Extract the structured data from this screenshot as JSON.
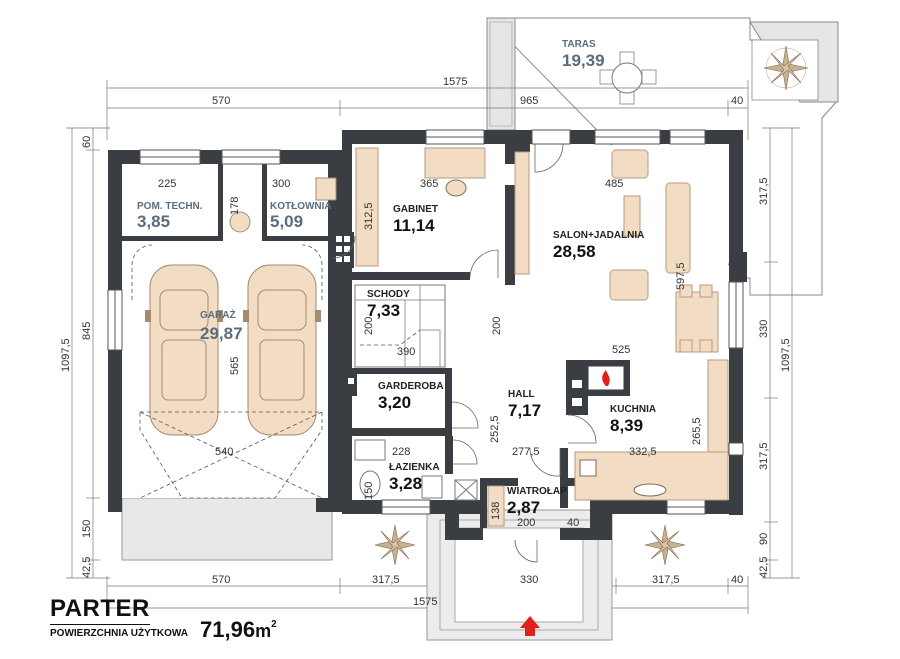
{
  "plan": {
    "title": "PARTER",
    "subtitle": "POWIERZCHNIA UŻYTKOWA",
    "total_area_value": "71,96",
    "total_area_unit": "m",
    "total_area_sup": "2"
  },
  "rooms": {
    "taras": {
      "name": "TARAS",
      "area": "19,39"
    },
    "pom_techn": {
      "name": "POM. TECHN.",
      "area": "3,85"
    },
    "kotlownia": {
      "name": "KOTŁOWNIA",
      "area": "5,09"
    },
    "gabinet": {
      "name": "GABINET",
      "area": "11,14"
    },
    "salon": {
      "name": "SALON+JADALNIA",
      "area": "28,58"
    },
    "garaz": {
      "name": "GARAŻ",
      "area": "29,87"
    },
    "schody": {
      "name": "SCHODY",
      "area": "7,33"
    },
    "garderoba": {
      "name": "GARDEROBA",
      "area": "3,20"
    },
    "hall": {
      "name": "HALL",
      "area": "7,17"
    },
    "kuchnia": {
      "name": "KUCHNIA",
      "area": "8,39"
    },
    "lazienka": {
      "name": "ŁAZIENKA",
      "area": "3,28"
    },
    "wiatrolap": {
      "name": "WIATROŁAP",
      "area": "2,87"
    }
  },
  "dimensions": {
    "top_total": "1575",
    "top_left": "570",
    "top_mid": "965",
    "top_right": "40",
    "bottom_total": "1575",
    "bottom_left": "570",
    "bottom_a": "317,5",
    "bottom_b": "330",
    "bottom_c": "317,5",
    "bottom_d": "40",
    "left_total": "1097,5",
    "left_a": "845",
    "left_b": "60",
    "left_c": "150",
    "left_d": "42,5",
    "right_total": "1097,5",
    "right_a": "317,5",
    "right_b": "330",
    "right_c": "317,5",
    "right_d": "90",
    "right_e": "42,5",
    "d_225": "225",
    "d_300": "300",
    "d_178": "178",
    "d_365": "365",
    "d_485": "485",
    "d_312_5": "312,5",
    "d_597_5": "597,5",
    "d_565": "565",
    "d_540": "540",
    "d_200a": "200",
    "d_390": "390",
    "d_200b": "200",
    "d_525": "525",
    "d_252_5": "252,5",
    "d_277_5": "277,5",
    "d_332_5": "332,5",
    "d_265_5": "265,5",
    "d_228": "228",
    "d_150": "150",
    "d_138": "138",
    "d_200c": "200",
    "d_40": "40"
  },
  "colors": {
    "wall": "#3a3d41",
    "furniture": "#f3dcc4",
    "room_label_grey": "#5a6d7d",
    "entrance_arrow": "#e0201b"
  }
}
